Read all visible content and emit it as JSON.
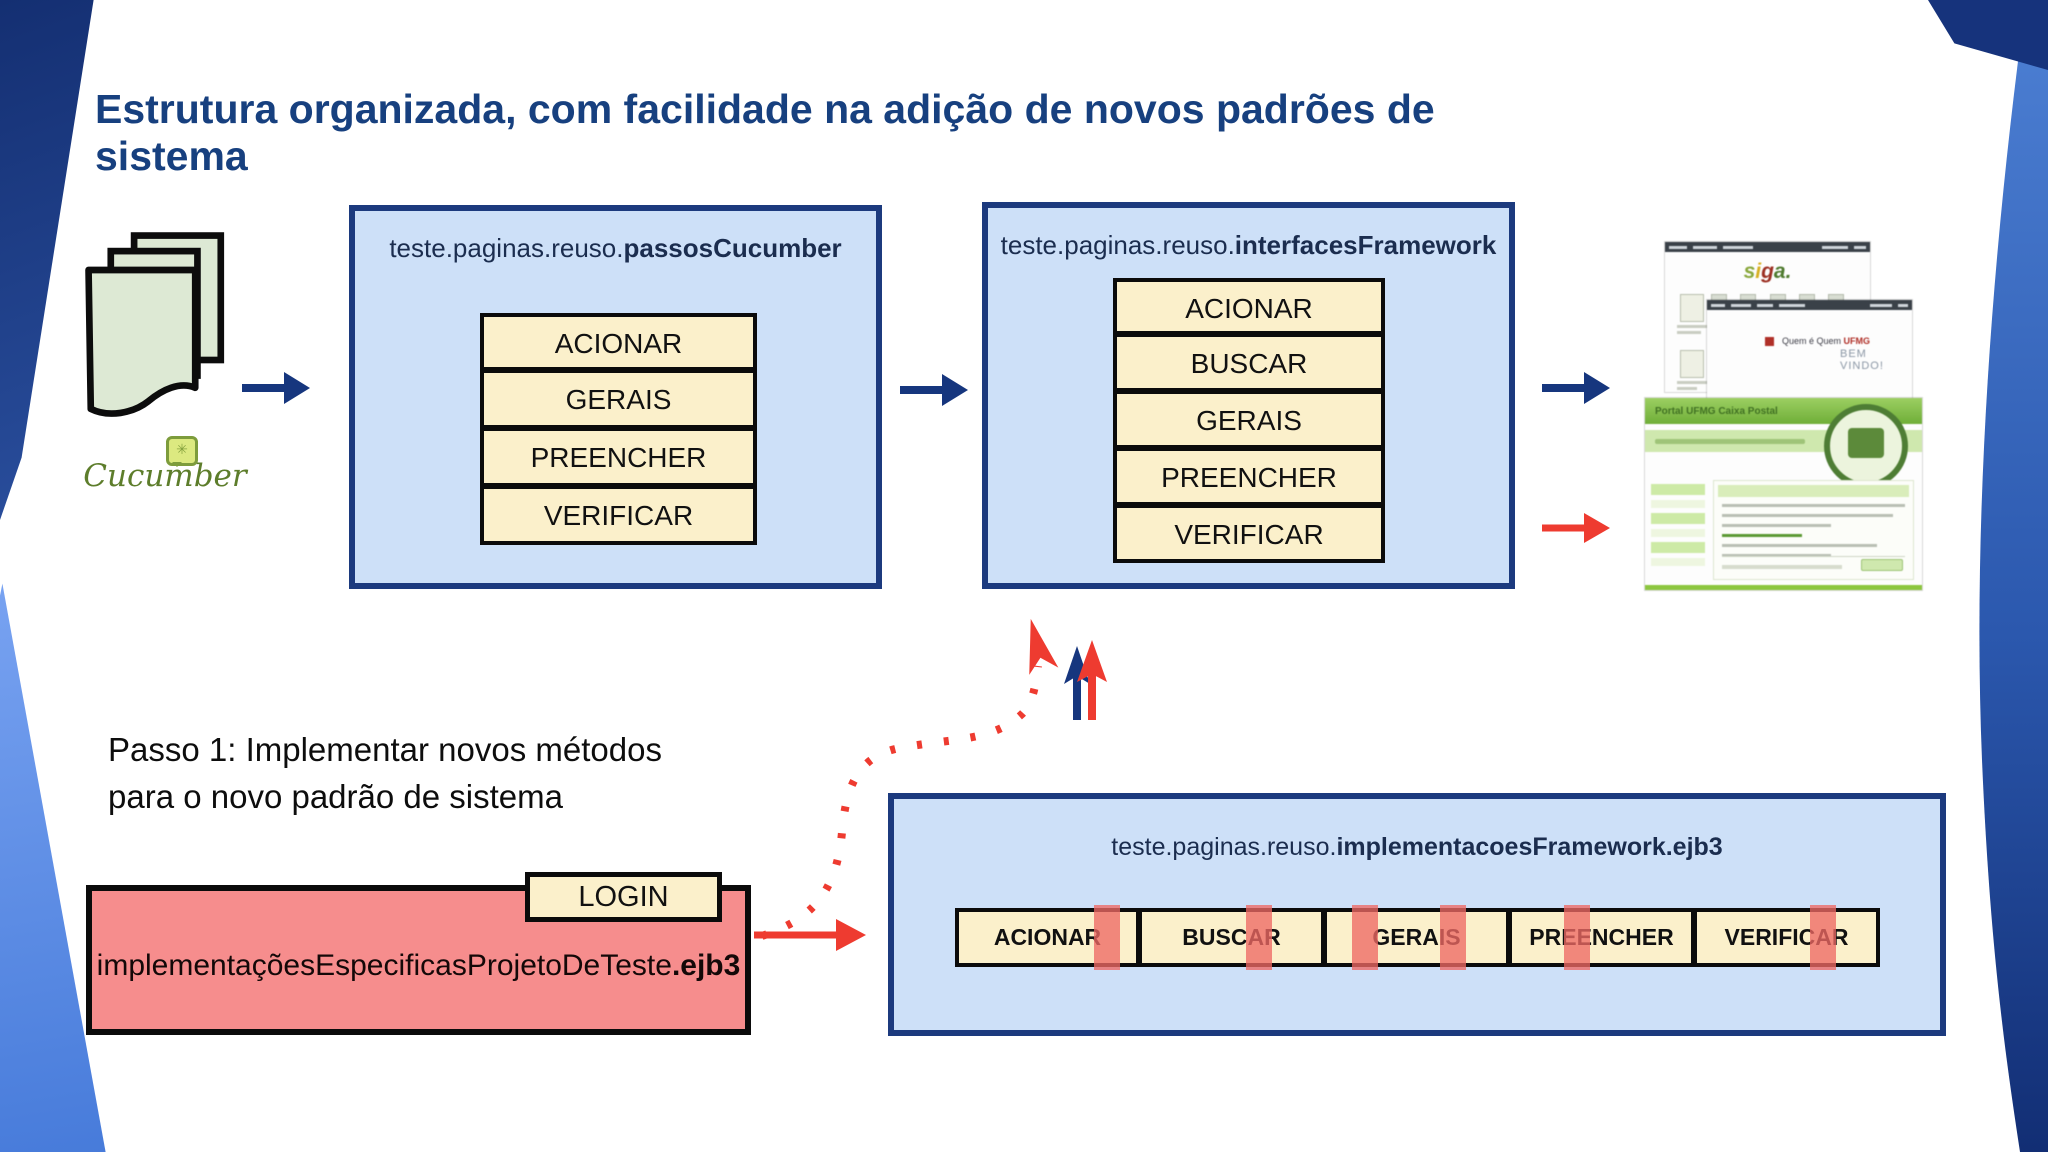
{
  "slide": {
    "title": "Estrutura organizada, com facilidade na adição de novos padrões de sistema"
  },
  "cucumber": {
    "label": "Cucumber",
    "bubble_glyph": "✳"
  },
  "boxes": {
    "passos": {
      "title_prefix": "teste.paginas.reuso.",
      "title_bold": "passosCucumber",
      "items": [
        "ACIONAR",
        "GERAIS",
        "PREENCHER",
        "VERIFICAR"
      ]
    },
    "interfaces": {
      "title_prefix": "teste.paginas.reuso.",
      "title_bold": "interfacesFramework",
      "items": [
        "ACIONAR",
        "BUSCAR",
        "GERAIS",
        "PREENCHER",
        "VERIFICAR"
      ]
    },
    "impl": {
      "title_prefix": "teste.paginas.reuso.",
      "title_bold": "implementacoesFramework.ejb3",
      "items": [
        "ACIONAR",
        "BUSCAR",
        "GERAIS",
        "PREENCHER",
        "VERIFICAR"
      ]
    },
    "especificas": {
      "tab_label": "LOGIN",
      "label_regular": "implementaçõesEspecificasProjetoDeTeste",
      "label_bold": ".ejb3"
    }
  },
  "note": {
    "line1": "Passo 1: Implementar novos métodos",
    "line2": "para o novo padrão de sistema"
  },
  "screenshots": {
    "siga_logo": "siga.",
    "quem_prefix": "Quem é Quem ",
    "quem_ufmg": "UFMG",
    "bem_vindo": "BEM VINDO!",
    "portal_header": "Portal UFMG Caixa Postal"
  },
  "colors": {
    "navy": "#1c3a7e",
    "title_blue": "#17407f",
    "light_blue_fill": "#cde0f8",
    "cream_fill": "#fbf0cb",
    "pink_fill": "#f68d8d",
    "stripe_pink": "#ee6964",
    "red_arrow": "#ee3b30",
    "cucumber_green": "#5d7d2b"
  }
}
